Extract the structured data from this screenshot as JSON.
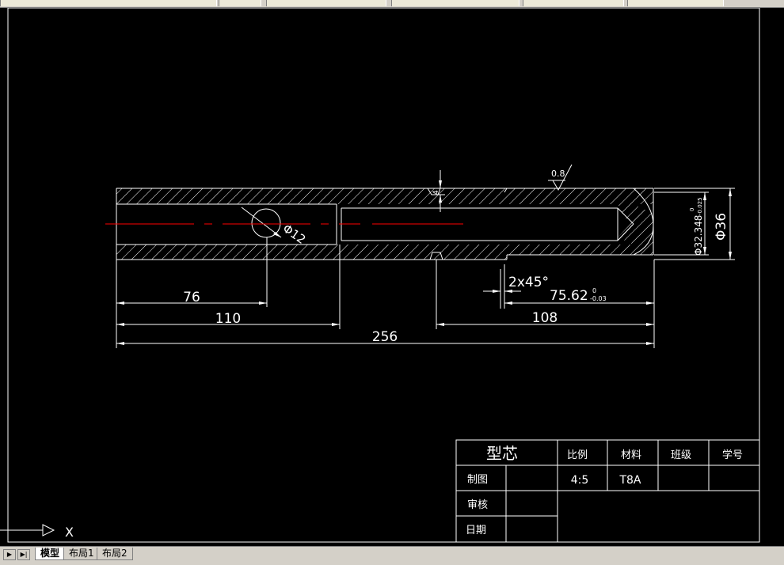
{
  "tabs": [
    {
      "label": "模型",
      "active": true
    },
    {
      "label": "布局1",
      "active": false
    },
    {
      "label": "布局2",
      "active": false
    }
  ],
  "dimensions": {
    "d76": "76",
    "d110": "110",
    "d256": "256",
    "d108": "108",
    "chamfer": "2x45°",
    "len_main": "75.62",
    "len_tol_upper": "0",
    "len_tol_lower": "-0.03",
    "dia36": "Φ36",
    "dia_main": "Φ32.348",
    "dia_tol_upper": "0",
    "dia_tol_lower": "-0.025",
    "hole": "Φ12",
    "roughness": "0.8",
    "small": "4"
  },
  "title_block": {
    "part_name": "型芯",
    "scale_label": "比例",
    "material_label": "材料",
    "class_label": "班级",
    "number_label": "学号",
    "drawn_label": "制图",
    "scale_value": "4:5",
    "material_value": "T8A",
    "check_label": "审核",
    "date_label": "日期"
  },
  "ucs": {
    "x_label": "X"
  },
  "colors": {
    "background": "#000000",
    "lines": "#ffffff",
    "centerline": "#ff0000"
  }
}
